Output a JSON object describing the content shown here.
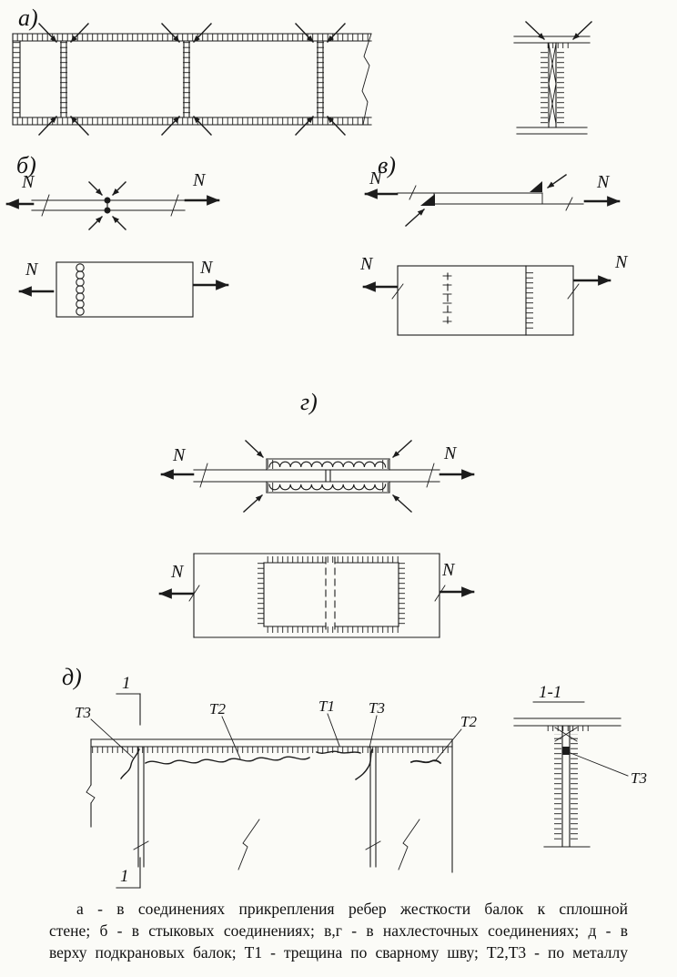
{
  "figure": {
    "panel_labels": {
      "a": "а)",
      "b": "б)",
      "v": "в)",
      "g": "г)",
      "d": "д)"
    },
    "force_label": "N",
    "crack_labels": {
      "t1": "Т1",
      "t2": "Т2",
      "t3": "Т3"
    },
    "section": {
      "mark": "1",
      "title": "1-1"
    }
  },
  "caption": {
    "lines": [
      "а - в соединениях прикрепления ребер жесткости балок к сплошной",
      "стене; б - в стыковых соединениях; в,г - в нахлесточных соединениях; д - в",
      "верху подкрановых балок; Т1 - трещина по сварному шву; Т2,Т3 - по металлу"
    ]
  }
}
